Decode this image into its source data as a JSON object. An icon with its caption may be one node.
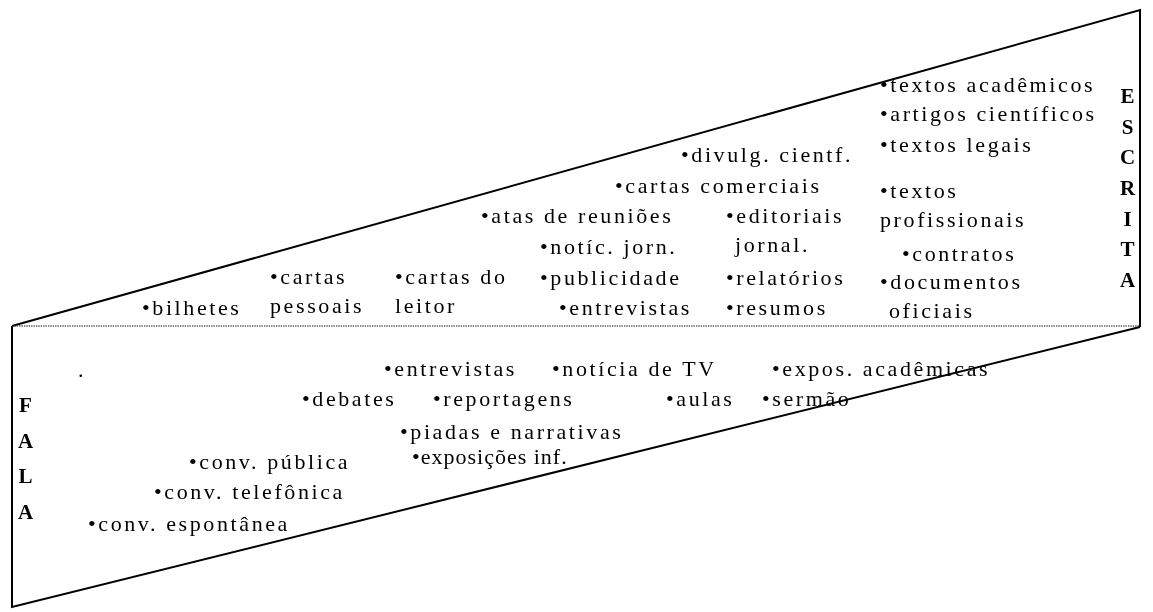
{
  "diagram": {
    "nodes": [
      {
        "text": [
          "ESCRITA"
        ]
      },
      {
        "text": [
          "FALA"
        ]
      }
    ],
    "labels": [
      "•textos acadêmicos",
      "•artigos científicos",
      "•textos legais",
      "•divulg. cientf.",
      "•cartas comerciais",
      "•atas de reuniões",
      "•editoriais jornal.",
      "•textos profissionais",
      "•notíc. jorn.",
      "•cartas pessoais",
      "•cartas do leitor",
      "•publicidade",
      "•relatórios",
      "•contratos",
      "•documentos oficiais",
      "•bilhetes",
      "•entrevistas",
      "•resumos",
      ".",
      "•entrevistas",
      "•notícia de TV",
      "•expos. acadêmicas",
      "•debates",
      "•reportagens",
      "•aulas",
      "•sermão",
      "•piadas e narrativas",
      "•conv. pública",
      "•exposições inf.",
      "•conv. telefônica",
      "•conv. espontânea"
    ]
  }
}
